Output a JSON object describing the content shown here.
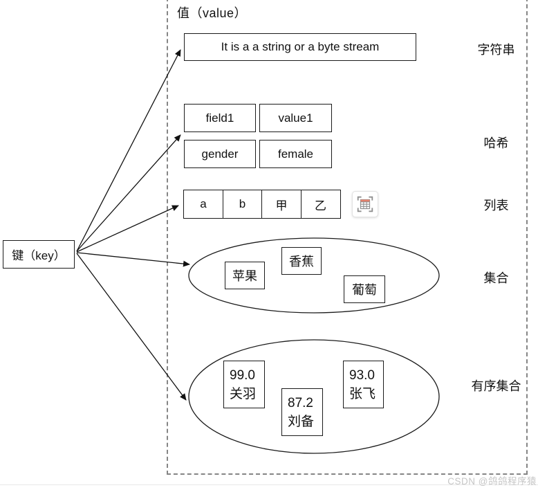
{
  "diagram": {
    "value_group_title": "值（value）",
    "key": {
      "label": "键（key）"
    },
    "string_row": {
      "content": "It is a a string or a byte stream",
      "type_label": "字符串"
    },
    "hash_row": {
      "cells": [
        [
          "field1",
          "value1"
        ],
        [
          "gender",
          "female"
        ]
      ],
      "type_label": "哈希"
    },
    "list_row": {
      "cells": [
        "a",
        "b",
        "甲",
        "乙"
      ],
      "type_label": "列表"
    },
    "set_row": {
      "items": [
        "苹果",
        "香蕉",
        "葡萄"
      ],
      "type_label": "集合"
    },
    "sorted_set_row": {
      "items": [
        {
          "score": "99.0",
          "member": "关羽"
        },
        {
          "score": "87.2",
          "member": "刘备"
        },
        {
          "score": "93.0",
          "member": "张飞"
        }
      ],
      "type_label": "有序集合"
    },
    "icons": {
      "table_tool": "table-select-icon"
    },
    "watermark": "CSDN @鸽鸽程序猿",
    "colors": {
      "stroke": "#1a1a1a",
      "dashed_border": "#858585",
      "icon_accent": "#e5836e",
      "icon_gray": "#8f8f8f",
      "watermark": "#c6c6c6"
    }
  }
}
